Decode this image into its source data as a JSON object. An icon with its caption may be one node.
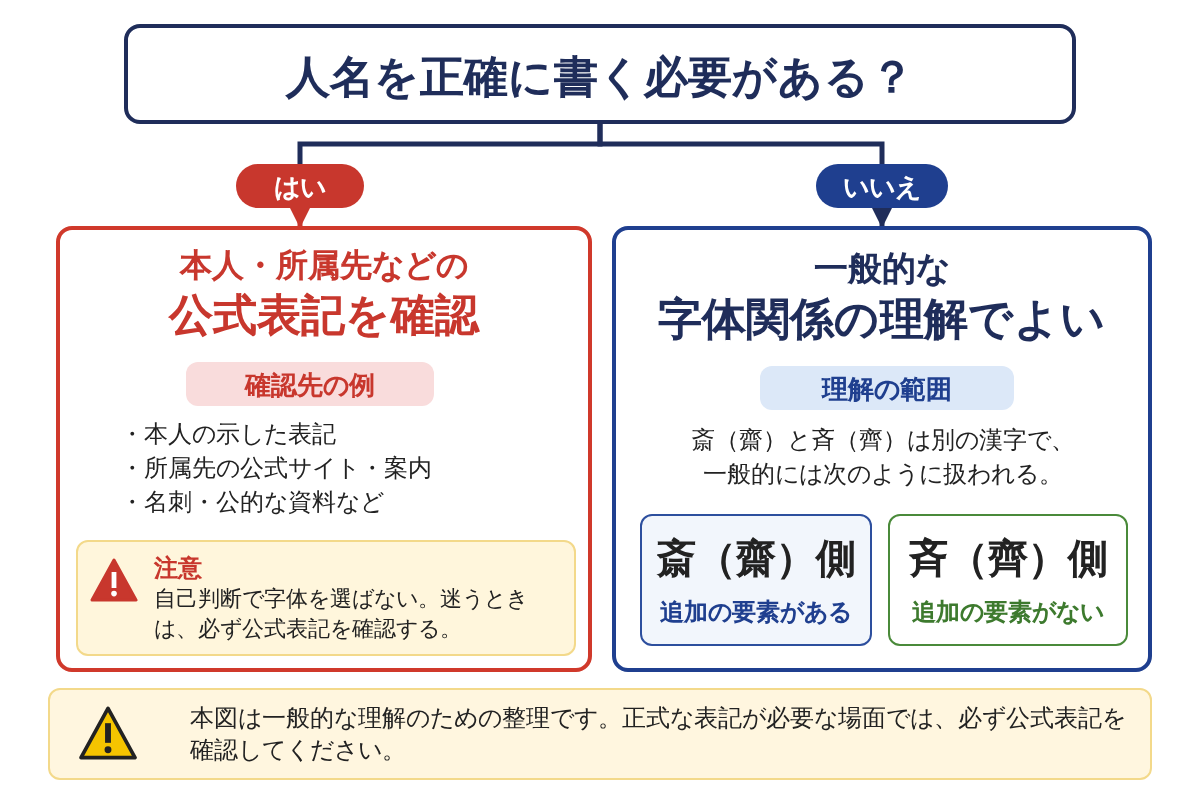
{
  "diagram": {
    "nodes": [
      {
        "text": [
          "人名を正確に書く必要がある？"
        ]
      },
      {
        "text": [
          "はい"
        ]
      },
      {
        "text": [
          "いいえ"
        ]
      },
      {
        "text": [
          "本人・所属先などの",
          "公式表記を確認",
          "・本人の示した表記",
          "・所属先の公式サイト・案内",
          "・名刺・公的な資料など"
        ]
      },
      {
        "text": [
          "確認先の例"
        ],
        "in": 3
      },
      {
        "text": [
          "注意",
          "自己判断で字体を選ばない。迷うときは、必ず公式表記を確認する。"
        ],
        "in": 3
      },
      {
        "text": [
          "一般的な",
          "字体関係の理解でよい",
          "斎（齋）と斉（齊）は別の漢字で、一般的には次のように扱われる。"
        ]
      },
      {
        "text": [
          "理解の範囲"
        ],
        "in": 6
      },
      {
        "text": [
          "斎（齋）側",
          "追加の要素がある"
        ],
        "in": 6
      },
      {
        "text": [
          "斉（齊）側",
          "追加の要素がない"
        ],
        "in": 6
      },
      {
        "text": [
          "本図は一般的な理解のための整理です。正式な表記が必要な場面では、必ず公式表記を確認してください。"
        ]
      }
    ],
    "edges": [
      {
        "from": 0,
        "to": 1,
        "arrow": "none"
      },
      {
        "from": 0,
        "to": 2,
        "arrow": "none"
      },
      {
        "from": 1,
        "to": 3,
        "arrow": "to",
        "color": "#c8372d"
      },
      {
        "from": 2,
        "to": 6,
        "arrow": "to"
      }
    ]
  }
}
